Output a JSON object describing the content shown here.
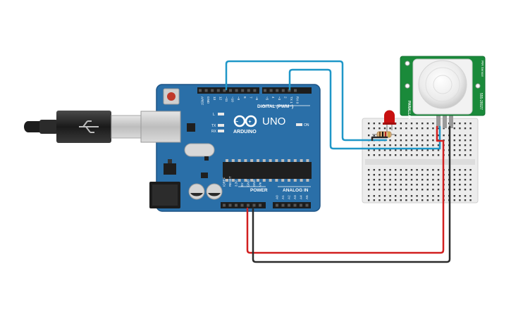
{
  "board": {
    "brand": "ARDUINO",
    "model": "UNO",
    "digital_header": "DIGITAL (PWM~)",
    "power_label": "POWER",
    "analog_label": "ANALOG IN",
    "led_on": "ON",
    "led_l": "L",
    "led_tx": "TX",
    "led_rx": "RX",
    "digital_pins": [
      "AREF",
      "GND",
      "13",
      "12",
      "~11",
      "~10",
      "~9",
      "8",
      "7",
      "~6",
      "~5",
      "4",
      "~3",
      "2",
      "TX 1",
      "RX 0"
    ],
    "power_pins": [
      "IOREF",
      "RESET",
      "3.3V",
      "5V",
      "GND",
      "GND",
      "Vin"
    ],
    "analog_pins": [
      "A0",
      "A1",
      "A2",
      "A3",
      "A4",
      "A5"
    ]
  },
  "sensor": {
    "brand": "PARALLAX",
    "part": "555-28027",
    "model": "PIR Sensor"
  },
  "colors": {
    "board": "#2a6fa8",
    "board_edge": "#1d5486",
    "wire_signal": "#1f97c8",
    "wire_power": "#d11f1f",
    "wire_ground": "#2a2a2a",
    "sensor_pcb": "#1a8a3a",
    "breadboard": "#ececec",
    "led": "#c81010"
  }
}
